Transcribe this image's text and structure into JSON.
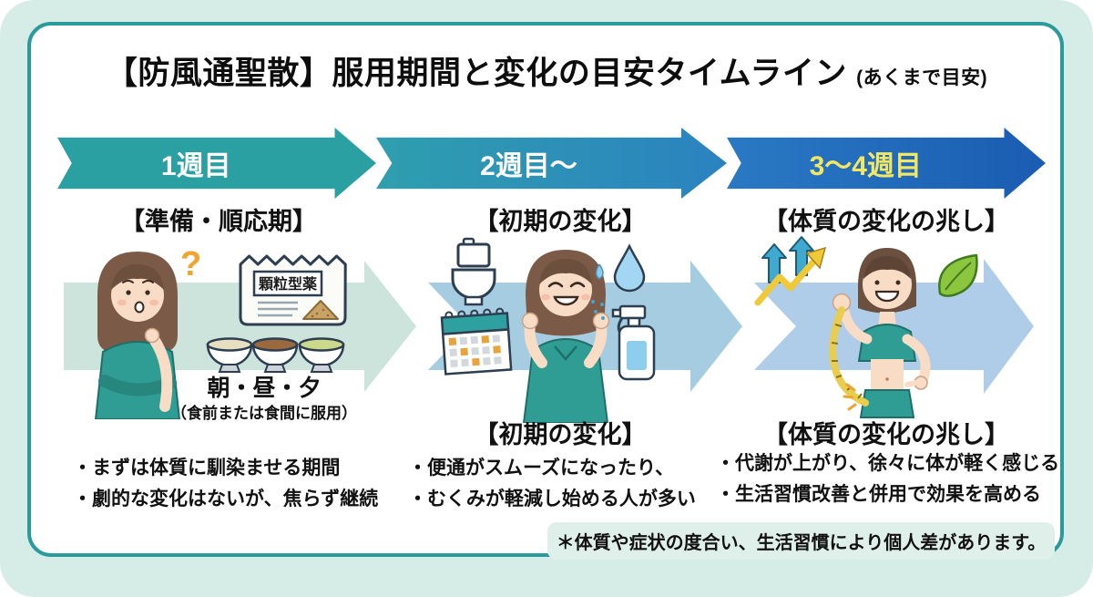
{
  "title": {
    "main": "【防風通聖散】服用期間と変化の目安タイムライン",
    "suffix": "(あくまで目安)"
  },
  "timeline": {
    "arrows": [
      {
        "label": "1週目",
        "color": "#2aa0a2",
        "text_color": "#ffffff"
      },
      {
        "label": "2週目〜",
        "color": "#2b82c0",
        "text_color": "#ffffff"
      },
      {
        "label": "3〜4週目",
        "color": "#1a5cb2",
        "text_color": "#f2e763"
      }
    ]
  },
  "columns": [
    {
      "phase_header": "【準備・順応期】",
      "question_mark": "?",
      "packet_label": "顆粒型薬",
      "dose_label": "朝・昼・夕",
      "dose_note": "（食前または食間に服用）",
      "bullets": [
        "・まずは体質に馴染ませる期間",
        "・劇的な変化はないが、焦らず継続"
      ],
      "icons": [
        "thinking-woman",
        "question-mark",
        "medicine-packet",
        "three-medicine-bowls"
      ]
    },
    {
      "phase_header": "【初期の変化】",
      "section_header": "【初期の変化】",
      "bullets": [
        "・便通がスムーズになったり、",
        "・むくみが軽減し始める人が多い"
      ],
      "icons": [
        "toilet",
        "calendar",
        "happy-woman",
        "water-droplet",
        "spray-bottle"
      ]
    },
    {
      "phase_header": "【体質の変化の兆し】",
      "section_header": "【体質の変化の兆し】",
      "bullets": [
        "・代謝が上がり、徐々に体が軽く感じる",
        "・生活習慣改善と併用で効果を高める"
      ],
      "icons": [
        "growth-arrows",
        "woman-with-measuring-tape",
        "leaf"
      ]
    }
  ],
  "footnote": "＊体質や症状の度合い、生活習慣により個人差があります。",
  "colors": {
    "frame": "#d6ece7",
    "card_border": "#2b9a9c",
    "card_bg": "#ffffff",
    "band_week1": "#cde4dc",
    "band_week2": "#a6cce2",
    "band_week3": "#afcde9",
    "footnote_bg": "#dff0ea",
    "accent_teal": "#2f9d93",
    "accent_yellow": "#f0c938",
    "accent_orange": "#f2a431"
  }
}
